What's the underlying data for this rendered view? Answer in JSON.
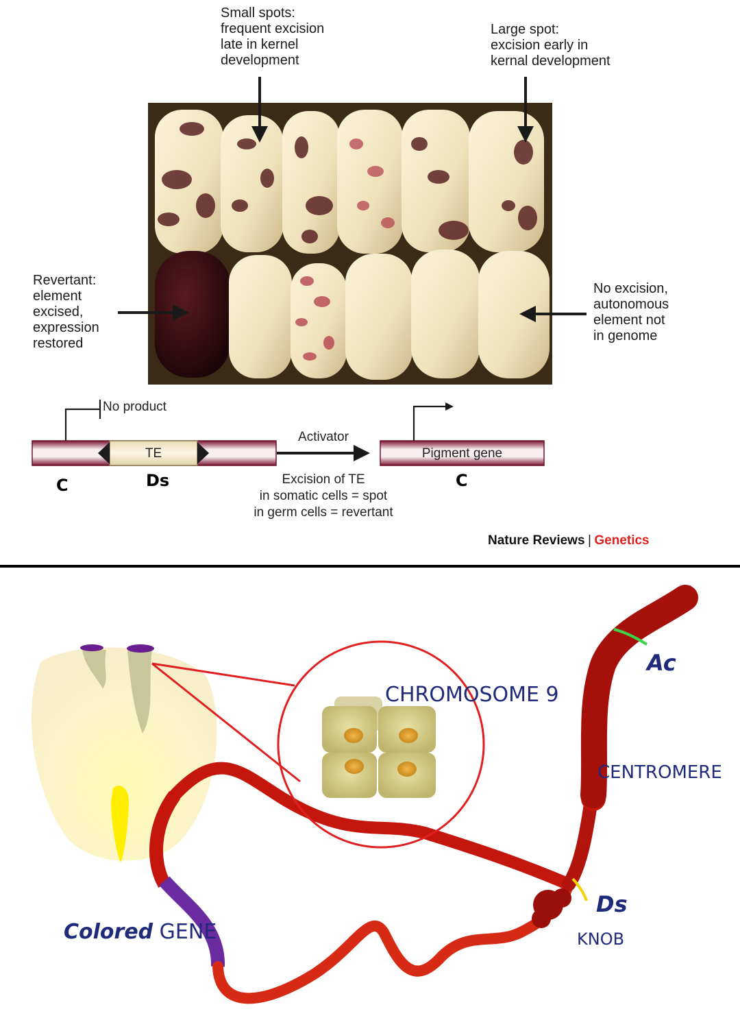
{
  "top_panel": {
    "callouts": {
      "small_spots": "Small spots:\nfrequent excision\nlate in kernel\ndevelopment",
      "large_spot": "Large spot:\nexcision early in\nkernal development",
      "revertant": "Revertant:\nelement\nexcised,\nexpression\nrestored",
      "no_excision": "No excision,\nautonomous\nelement not\nin genome"
    },
    "schematic": {
      "no_product": "No product",
      "te_label": "TE",
      "activator": "Activator",
      "pigment_gene": "Pigment gene",
      "excision_caption": "Excision of TE\nin somatic cells = spot\nin germ cells = revertant",
      "left_c": "C",
      "ds": "Ds",
      "right_c": "C"
    },
    "credit": {
      "journal": "Nature Reviews",
      "separator": "|",
      "section": "Genetics"
    }
  },
  "bottom_panel": {
    "labels": {
      "chromosome": "CHROMOSOME 9",
      "ac": "Ac",
      "centromere": "CENTROMERE",
      "ds": "Ds",
      "knob": "KNOB",
      "colored": "Colored",
      "gene": " GENE"
    },
    "colors": {
      "chromosome": "#c4160d",
      "gene_segment": "#6a2aa0",
      "ac_band": "#3fd34a",
      "ds_band": "#f2d20a",
      "label_blue": "#1f2a7a",
      "zoom_circle": "#e02020"
    }
  }
}
